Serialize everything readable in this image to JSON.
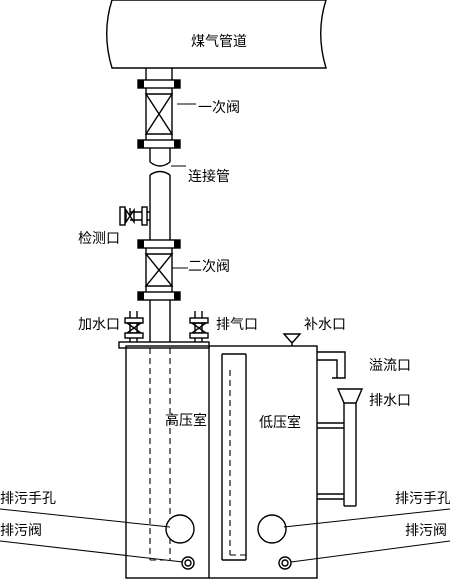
{
  "labels": {
    "gas_pipe": "煤气管道",
    "primary_valve": "一次阀",
    "connecting_pipe": "连接管",
    "inspection_port": "检测口",
    "secondary_valve": "二次阀",
    "water_inlet": "加水口",
    "vent": "排气口",
    "makeup_water": "补水口",
    "overflow": "溢流口",
    "drain_port": "排水口",
    "high_pressure_chamber": "高压室",
    "low_pressure_chamber": "低压室",
    "sewage_handhole_left": "排污手孔",
    "sewage_valve_left": "排污阀",
    "sewage_handhole_right": "排污手孔",
    "sewage_valve_right": "排污阀"
  }
}
